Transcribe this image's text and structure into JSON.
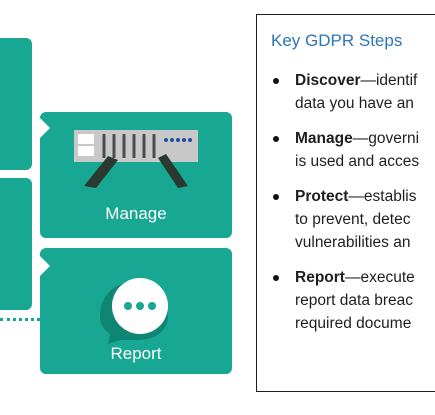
{
  "cards": {
    "manage": {
      "label": "Manage",
      "icon": "server-rack-icon"
    },
    "report": {
      "label": "Report",
      "icon": "chat-bubble-icon"
    }
  },
  "panel": {
    "title": "Key GDPR Steps",
    "steps": [
      {
        "name": "Discover",
        "text": "—identif",
        "line2": "data you have an"
      },
      {
        "name": "Manage",
        "text": "—governi",
        "line2": "is used and acces"
      },
      {
        "name": "Protect",
        "text": "—establis",
        "line2": "to prevent, detec",
        "line3": "vulnerabilities an"
      },
      {
        "name": "Report",
        "text": "—execute",
        "line2": "report data breac",
        "line3": "required docume"
      }
    ]
  },
  "colors": {
    "teal": "#17a792",
    "title_blue": "#2e75b6"
  }
}
